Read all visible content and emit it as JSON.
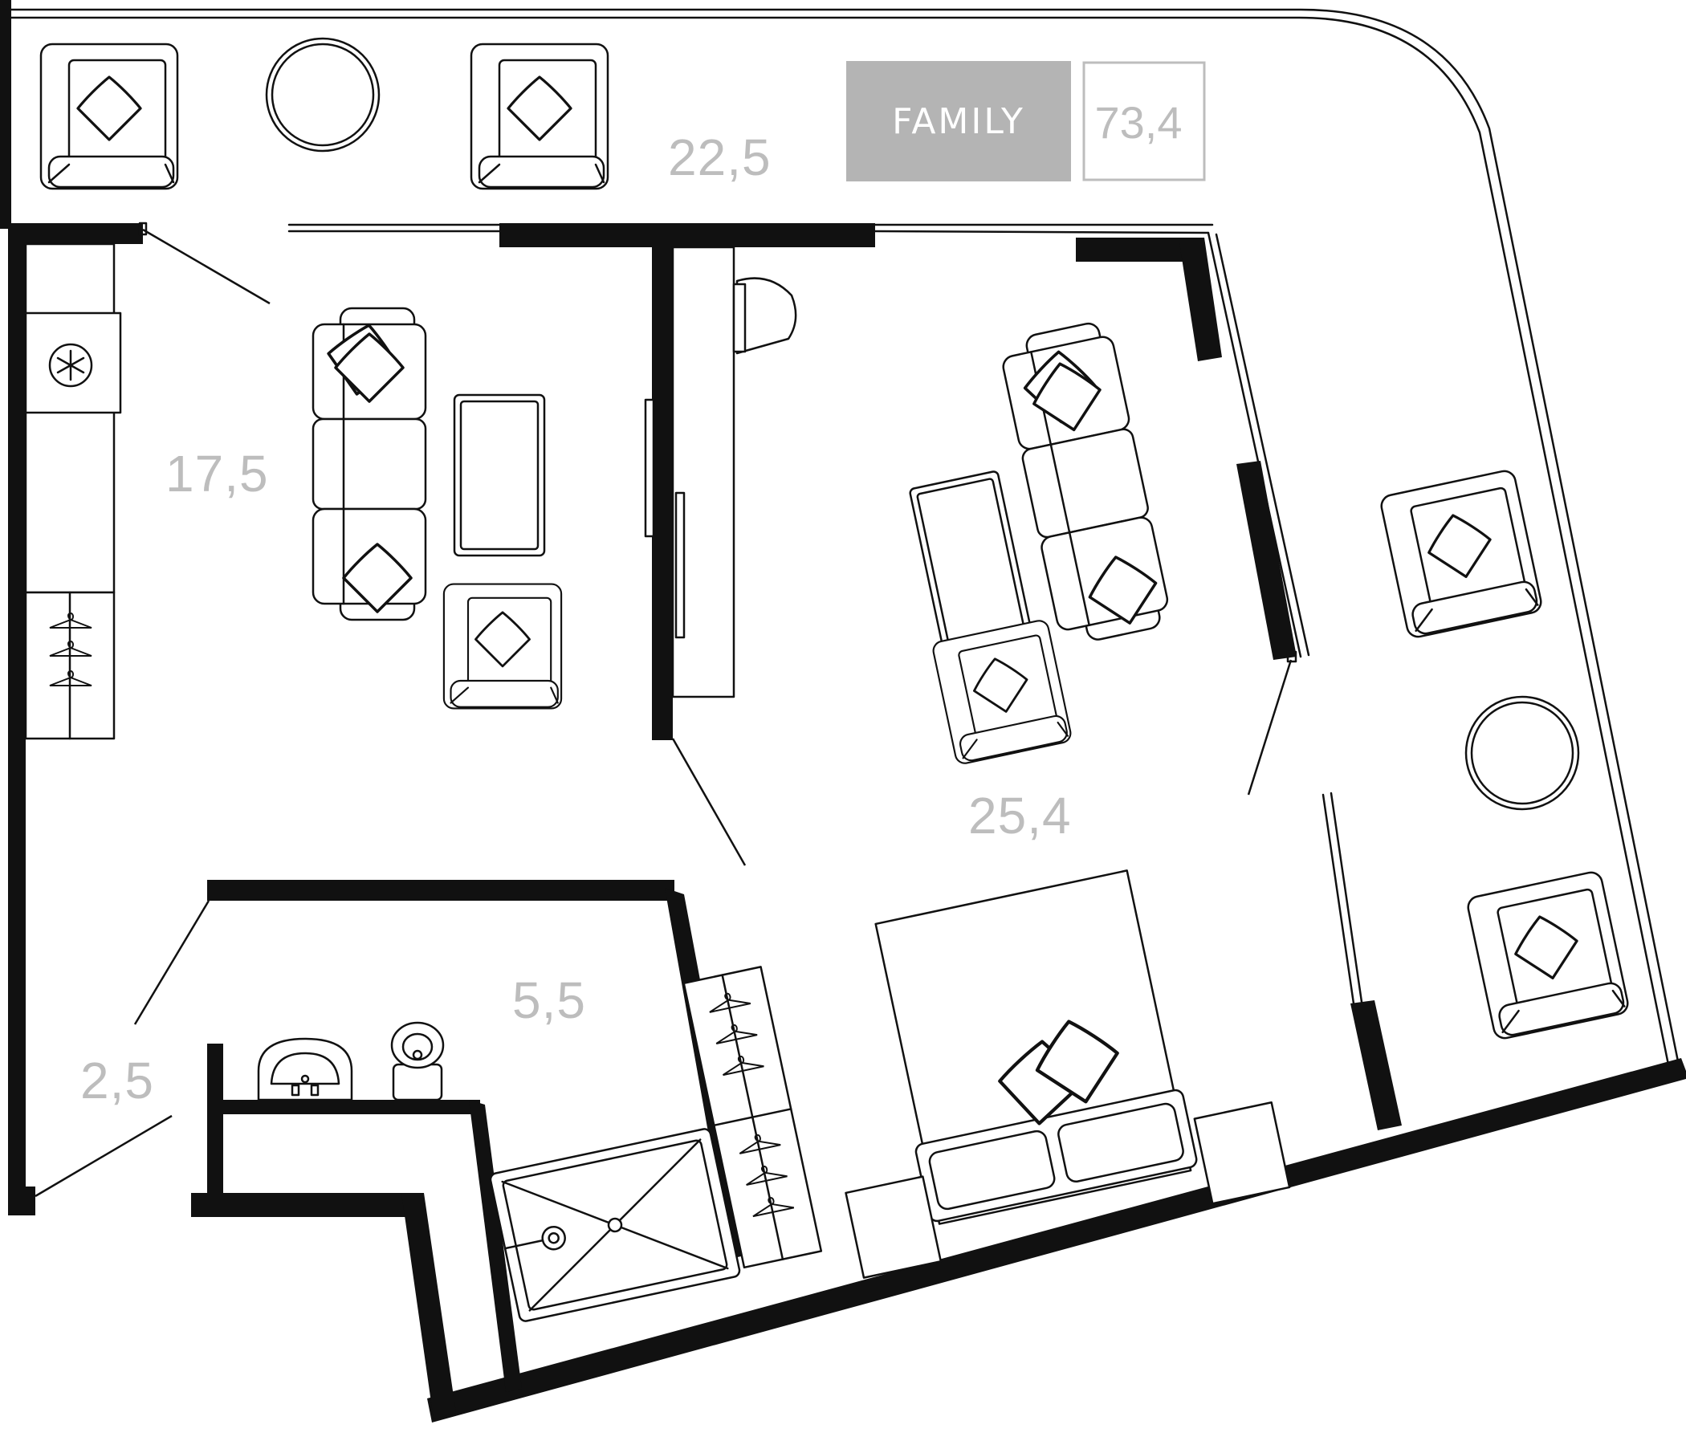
{
  "badge": {
    "label": "FAMILY",
    "total_area": "73,4",
    "label_bg": "#b4b4b4",
    "total_border": "#bdbdbd"
  },
  "rooms": {
    "balcony": {
      "area": "22,5"
    },
    "kitchen_living": {
      "area": "17,5"
    },
    "bedroom_living": {
      "area": "25,4"
    },
    "bathroom": {
      "area": "5,5"
    },
    "hall": {
      "area": "2,5"
    }
  },
  "icons": {
    "fridge": "snowflake-icon",
    "wardrobe": "hanger-icon"
  },
  "colors": {
    "wall": "#111111",
    "area_text": "#bdbdbd"
  }
}
